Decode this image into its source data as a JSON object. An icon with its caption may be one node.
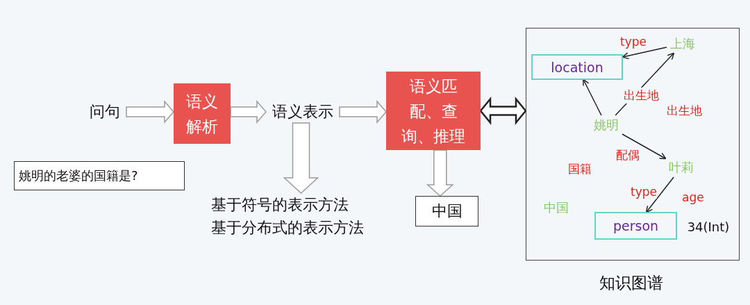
{
  "diagram": {
    "nodes": [
      {
        "text": [
          "问句"
        ]
      },
      {
        "text": [
          "语义解析"
        ]
      },
      {
        "text": [
          "语义表示"
        ]
      },
      {
        "text": [
          "语义匹配、查询、推理"
        ]
      },
      {
        "text": [
          "姚明的老婆的国籍是?"
        ]
      },
      {
        "text": [
          "基于符号的表示方法",
          "基于分布式的表示方法"
        ]
      },
      {
        "text": [
          "中国"
        ]
      },
      {
        "text": [
          "知识图谱"
        ]
      },
      {
        "text": [
          "location"
        ],
        "in": 7
      },
      {
        "text": [
          "上海"
        ],
        "in": 7
      },
      {
        "text": [
          "姚明"
        ],
        "in": 7
      },
      {
        "text": [
          "叶莉"
        ],
        "in": 7
      },
      {
        "text": [
          "person"
        ],
        "in": 7
      },
      {
        "text": [
          "中国"
        ],
        "in": 7
      },
      {
        "text": [
          "34(Int)"
        ],
        "in": 7
      }
    ],
    "edges": [
      {
        "from": 0,
        "to": 1,
        "arrow": "to"
      },
      {
        "from": 1,
        "to": 2,
        "arrow": "to"
      },
      {
        "from": 2,
        "to": 3,
        "arrow": "to"
      },
      {
        "from": 2,
        "to": 5,
        "arrow": "to"
      },
      {
        "from": 3,
        "to": 6,
        "arrow": "to"
      },
      {
        "from": 3,
        "to": 7,
        "arrow": "both"
      },
      {
        "from": 9,
        "to": 8,
        "arrow": "to",
        "label": "type"
      },
      {
        "from": 10,
        "to": 8,
        "arrow": "to"
      },
      {
        "from": 10,
        "to": 9,
        "arrow": "to",
        "label": "出生地"
      },
      {
        "from": 10,
        "to": 11,
        "arrow": "to",
        "label": "配偶"
      },
      {
        "from": 11,
        "to": 12,
        "arrow": "to",
        "label": "type"
      }
    ],
    "labels": [
      "出生地",
      "国籍",
      "age"
    ]
  }
}
